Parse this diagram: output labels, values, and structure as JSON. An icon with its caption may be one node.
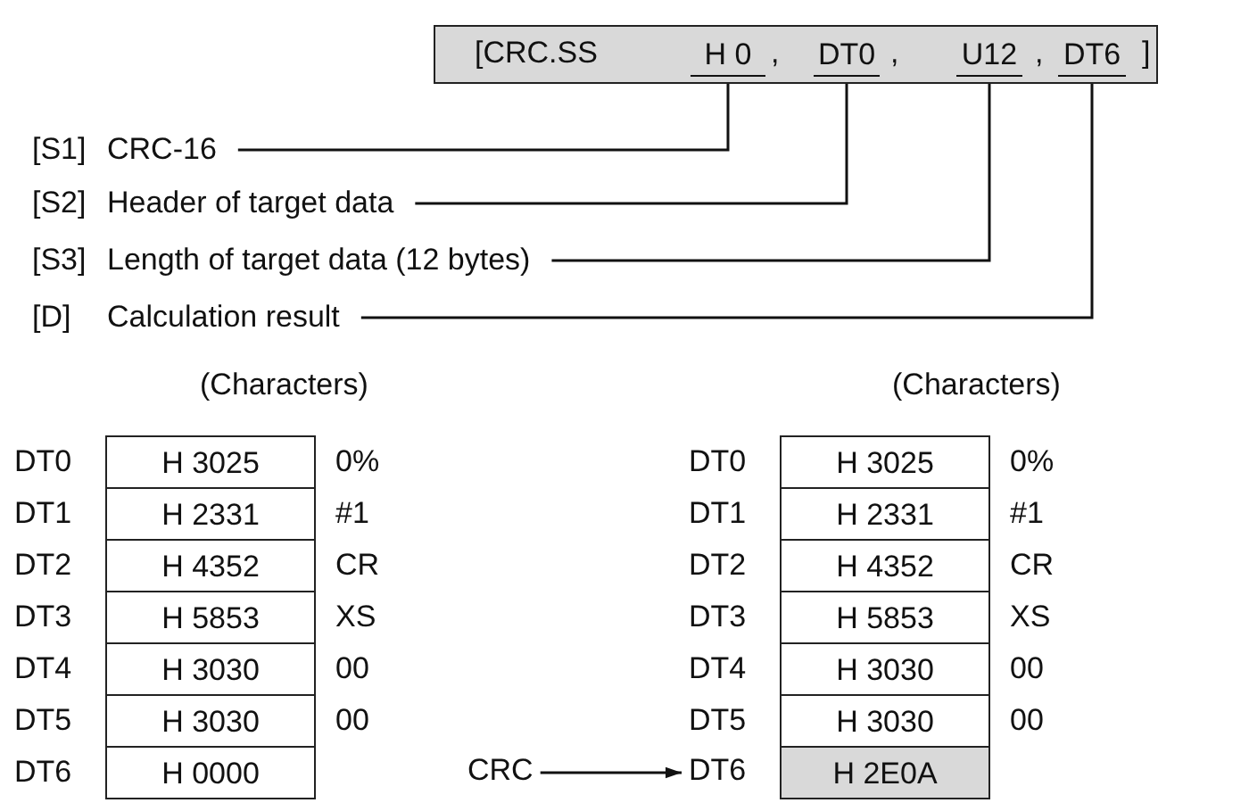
{
  "diagram": {
    "nodes": [
      {
        "text": [
          "[CRC.SS",
          ",",
          ",",
          ",",
          "]"
        ]
      },
      {
        "text": [
          "H 0"
        ],
        "in": 0
      },
      {
        "text": [
          "DT0"
        ],
        "in": 0
      },
      {
        "text": [
          "U12"
        ],
        "in": 0
      },
      {
        "text": [
          "DT6"
        ],
        "in": 0
      },
      {
        "text": [
          "[S1]",
          "CRC-16"
        ]
      },
      {
        "text": [
          "[S2]",
          "Header of target data"
        ]
      },
      {
        "text": [
          "[S3]",
          "Length of target data (12 bytes)"
        ]
      },
      {
        "text": [
          "[D]",
          "Calculation result"
        ]
      },
      {
        "text": [
          "H 3025"
        ],
        "beside": [
          "DT0",
          "0%"
        ]
      },
      {
        "text": [
          "H 2331"
        ],
        "beside": [
          "DT1",
          "#1"
        ]
      },
      {
        "text": [
          "H 4352"
        ],
        "beside": [
          "DT2",
          "CR"
        ]
      },
      {
        "text": [
          "H 5853"
        ],
        "beside": [
          "DT3",
          "XS"
        ]
      },
      {
        "text": [
          "H 3030"
        ],
        "beside": [
          "DT4",
          "00"
        ]
      },
      {
        "text": [
          "H 3030"
        ],
        "beside": [
          "DT5",
          "00"
        ]
      },
      {
        "text": [
          "H 0000"
        ],
        "beside": [
          "DT6"
        ]
      },
      {
        "text": [
          "CRC"
        ]
      },
      {
        "text": [
          "DT6"
        ]
      },
      {
        "text": [
          "H 3025"
        ],
        "beside": [
          "DT0",
          "0%"
        ]
      },
      {
        "text": [
          "H 2331"
        ],
        "beside": [
          "DT1",
          "#1"
        ]
      },
      {
        "text": [
          "H 4352"
        ],
        "beside": [
          "DT2",
          "CR"
        ]
      },
      {
        "text": [
          "H 5853"
        ],
        "beside": [
          "DT3",
          "XS"
        ]
      },
      {
        "text": [
          "H 3030"
        ],
        "beside": [
          "DT4",
          "00"
        ]
      },
      {
        "text": [
          "H 3030"
        ],
        "beside": [
          "DT5",
          "00"
        ]
      },
      {
        "text": [
          "H 2E0A"
        ]
      }
    ],
    "edges": [
      {
        "from": 5,
        "to": 1,
        "arrow": "none"
      },
      {
        "from": 6,
        "to": 2,
        "arrow": "none"
      },
      {
        "from": 7,
        "to": 3,
        "arrow": "none"
      },
      {
        "from": 8,
        "to": 4,
        "arrow": "none"
      },
      {
        "from": 16,
        "to": 17,
        "arrow": "to"
      }
    ],
    "labels": [
      "(Characters)",
      "(Characters)"
    ]
  }
}
